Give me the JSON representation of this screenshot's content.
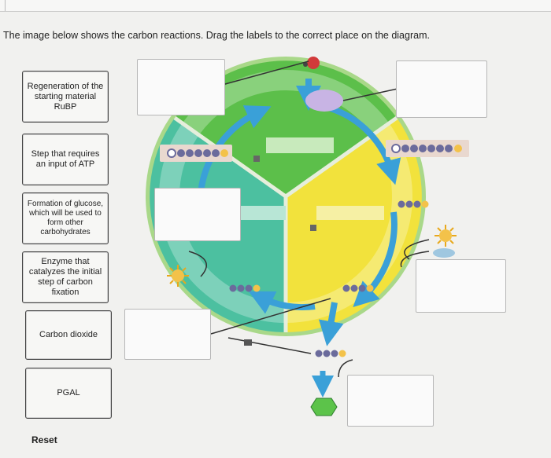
{
  "instruction": "The image below shows the carbon reactions. Drag the labels to the correct place on the diagram.",
  "labels": [
    {
      "id": "regeneration",
      "text": "Regeneration of the starting material RuBP"
    },
    {
      "id": "atp-step",
      "text": "Step that requires an input of ATP"
    },
    {
      "id": "glucose",
      "text": "Formation of glucose, which will be used to form other carbohydrates"
    },
    {
      "id": "enzyme",
      "text": "Enzyme that catalyzes the initial step of carbon fixation"
    },
    {
      "id": "co2",
      "text": "Carbon dioxide"
    },
    {
      "id": "pgal",
      "text": "PGAL"
    }
  ],
  "reset_label": "Reset",
  "colors": {
    "outer_ring": "#9fd27a",
    "green_segment": "#5cbf4a",
    "teal_segment": "#4cc0a0",
    "yellow_segment": "#f2e23c",
    "arrow_blue": "#3aa0d8",
    "enzyme_purple": "#c8b4e4",
    "product_green": "#5cc34a"
  }
}
